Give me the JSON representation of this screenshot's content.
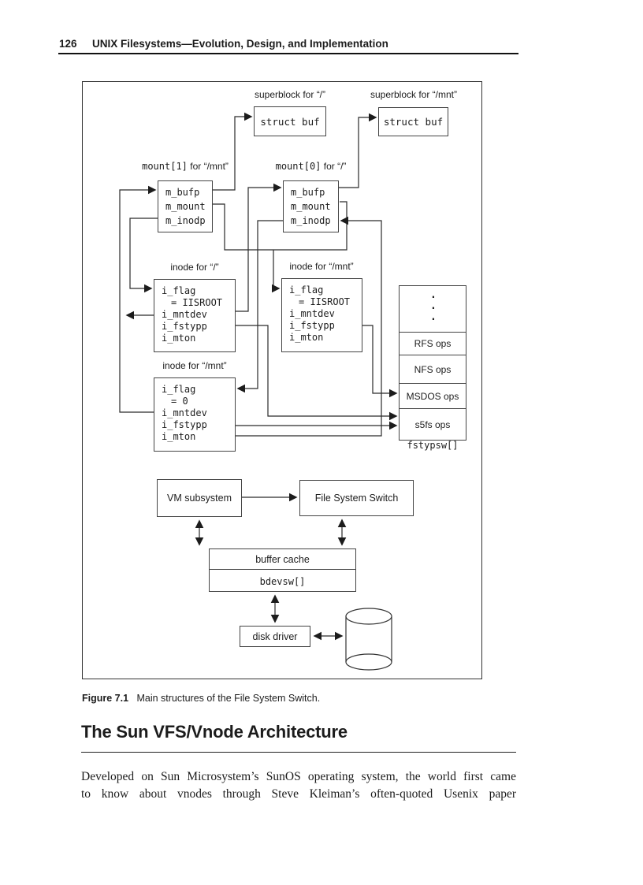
{
  "header": {
    "page_number": "126",
    "title": "UNIX Filesystems—Evolution, Design, and Implementation"
  },
  "figure": {
    "caption_label": "Figure 7.1",
    "caption_text": "Main structures of the File System Switch."
  },
  "section": {
    "heading": "The Sun VFS/Vnode Architecture",
    "body_lines": [
      "Developed on Sun Microsystem’s SunOS operating system, the world first came",
      "to know about vnodes through Steve Kleiman’s often-quoted Usenix paper"
    ]
  },
  "diagram": {
    "superblocks": [
      {
        "label": "superblock for “/”",
        "box_text": "struct buf"
      },
      {
        "label": "superblock for “/mnt”",
        "box_text": "struct buf"
      }
    ],
    "mounts": [
      {
        "label_mono": "mount[1]",
        "label_rest": "for “/mnt”",
        "fields": [
          "m_bufp",
          "m_mount",
          "m_inodp"
        ]
      },
      {
        "label_mono": "mount[0]",
        "label_rest": "for “/”",
        "fields": [
          "m_bufp",
          "m_mount",
          "m_inodp"
        ]
      }
    ],
    "inodes": [
      {
        "label": "inode for “/”",
        "fields": [
          "i_flag",
          "= IISROOT",
          "i_mntdev",
          "i_fstypp",
          "i_mton"
        ]
      },
      {
        "label": "inode for “/mnt”",
        "fields": [
          "i_flag",
          "= IISROOT",
          "i_mntdev",
          "i_fstypp",
          "i_mton"
        ]
      },
      {
        "label": "inode for “/mnt”",
        "fields": [
          "i_flag",
          "= 0",
          "i_mntdev",
          "i_fstypp",
          "i_mton"
        ]
      }
    ],
    "fstypsw": {
      "dots": [
        ".",
        ".",
        "."
      ],
      "rows": [
        "RFS ops",
        "NFS ops",
        "MSDOS ops",
        "s5fs ops"
      ],
      "label": "fstypsw[]"
    },
    "bottom": {
      "vm": "VM subsystem",
      "fss": "File System Switch",
      "buffer_cache": "buffer cache",
      "bdevsw": "bdevsw[]",
      "disk_driver": "disk driver"
    }
  }
}
